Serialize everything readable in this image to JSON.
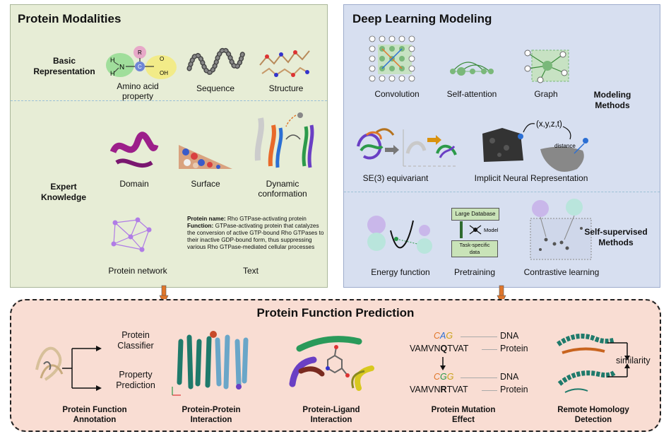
{
  "protein_modalities": {
    "title": "Protein Modalities",
    "basic_representation": "Basic\nRepresentation",
    "expert_knowledge": "Expert\nKnowledge",
    "items": {
      "amino_acid": "Amino acid\nproperty",
      "sequence": "Sequence",
      "structure": "Structure",
      "domain": "Domain",
      "surface": "Surface",
      "dynamic": "Dynamic\nconformation",
      "network": "Protein network",
      "text": "Text"
    },
    "amino_atoms": {
      "h1": "H",
      "h2": "H",
      "n": "N",
      "c": "C",
      "r": "R",
      "o": "O",
      "oh": "OH"
    },
    "text_box": {
      "name_label": "Protein name:",
      "name_value": " Rho GTPase-activating protein",
      "function_label": "Function:",
      "function_value": " GTPase-activating protein that catalyzes the conversion of active GTP-bound Rho GTPases to their inactive GDP-bound form, thus suppressing various Rho GTPase-mediated cellular processes"
    }
  },
  "deep_learning": {
    "title": "Deep Learning Modeling",
    "modeling_methods": "Modeling\nMethods",
    "self_supervised": "Self-supervised\nMethods",
    "items": {
      "convolution": "Convolution",
      "self_attention": "Self-attention",
      "graph": "Graph",
      "se3": "SE(3) equivariant",
      "inr": "Implicit Neural Representation",
      "inr_coords": "(x,y,z,t)",
      "inr_distance": "distance",
      "energy": "Energy function",
      "pretraining": "Pretraining",
      "contrastive": "Contrastive learning",
      "large_db": "Large Database",
      "model": "Model",
      "task_data": "Task-specific\ndata"
    }
  },
  "function_prediction": {
    "title": "Protein Function Prediction",
    "classifier": "Protein\nClassifier",
    "property": "Property\nPrediction",
    "similarity": "similarity",
    "mutation": {
      "codon1": "CAG",
      "dna1": "DNA",
      "seq1_pre": "VAMVN",
      "seq1_mut": "Q",
      "seq1_post": "TVAT",
      "protein1": "Protein",
      "codon2": "CGG",
      "dna2": "DNA",
      "seq2_pre": "VAMVN",
      "seq2_mut": "R",
      "seq2_post": "TVAT",
      "protein2": "Protein"
    },
    "tasks": {
      "annotation": "Protein Function\nAnnotation",
      "ppi": "Protein-Protein\nInteraction",
      "pli": "Protein-Ligand\nInteraction",
      "mutation": "Protein Mutation\nEffect",
      "homology": "Remote Homology\nDetection"
    }
  },
  "colors": {
    "left_panel": "#e7edd6",
    "right_panel": "#d7dff0",
    "bottom_panel": "#f9ddd3",
    "arrow": "#e0762b",
    "protein_teal": "#1f7a6b",
    "network": "#b07ce6"
  }
}
